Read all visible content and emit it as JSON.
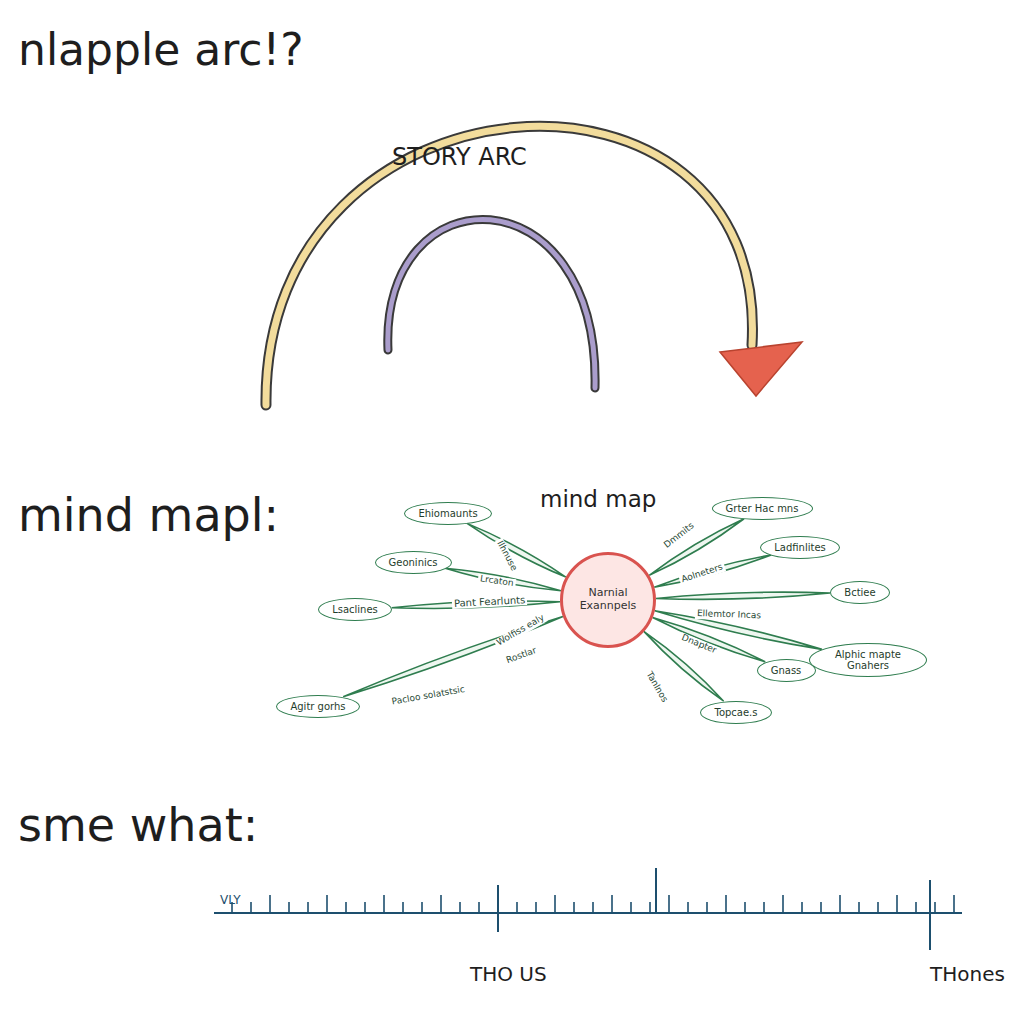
{
  "diagram": {
    "nodes": [
      {
        "text": [
          "Narnial Exannpels"
        ]
      },
      {
        "text": [
          "Ehiomaunts"
        ]
      },
      {
        "text": [
          "Grter Hac mns"
        ]
      },
      {
        "text": [
          "Ladfinlites"
        ]
      },
      {
        "text": [
          "Geoninics"
        ]
      },
      {
        "text": [
          "Bctiee"
        ]
      },
      {
        "text": [
          "Lsaclines"
        ]
      },
      {
        "text": [
          "Gnass"
        ]
      },
      {
        "text": [
          "Alphic mapte Gnahers"
        ]
      },
      {
        "text": [
          "Agitr gorhs"
        ]
      },
      {
        "text": [
          "Topcae.s"
        ]
      }
    ],
    "edges": [
      {
        "from": 0,
        "to": 1,
        "arrow": "none"
      },
      {
        "from": 0,
        "to": 2,
        "arrow": "none"
      },
      {
        "from": 0,
        "to": 3,
        "arrow": "none"
      },
      {
        "from": 0,
        "to": 4,
        "arrow": "none"
      },
      {
        "from": 0,
        "to": 5,
        "arrow": "none"
      },
      {
        "from": 0,
        "to": 6,
        "arrow": "none"
      },
      {
        "from": 0,
        "to": 7,
        "arrow": "none"
      },
      {
        "from": 0,
        "to": 8,
        "arrow": "none"
      },
      {
        "from": 0,
        "to": 9,
        "arrow": "none"
      },
      {
        "from": 0,
        "to": 10,
        "arrow": "none"
      }
    ],
    "labels": [
      "nlapple arc!?",
      "STORY ARC",
      "mind mapl:",
      "mind map",
      "Ilhnuse",
      "Lrcaton",
      "Pant Fearlunts",
      "Wolfiss ealy",
      "Rostlar",
      "Pacloo solatstsic",
      "Dmmits",
      "Aolneters",
      "Ellemtor Incas",
      "Dnapter",
      "Tanlnos",
      "sme what:",
      "VLY",
      "THO US",
      "THones"
    ]
  }
}
